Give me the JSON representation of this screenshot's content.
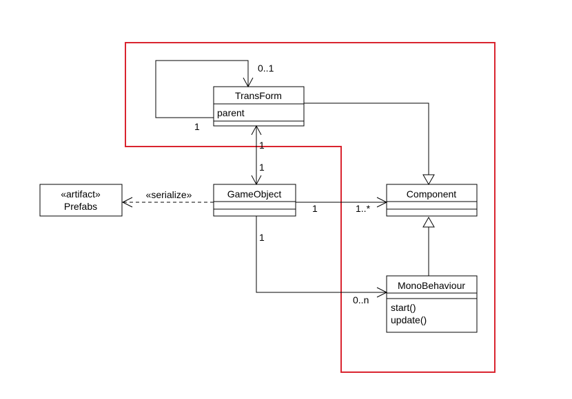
{
  "classes": {
    "transform": {
      "name": "TransForm",
      "attributes": [
        "parent"
      ],
      "operations": []
    },
    "gameobject": {
      "name": "GameObject",
      "attributes": [],
      "operations": []
    },
    "component": {
      "name": "Component",
      "attributes": [],
      "operations": []
    },
    "monobehaviour": {
      "name": "MonoBehaviour",
      "attributes": [],
      "operations": [
        "start()",
        "update()"
      ]
    },
    "prefabs": {
      "stereotype": "«artifact»",
      "name": "Prefabs"
    }
  },
  "labels": {
    "self_assoc_top": "0..1",
    "self_assoc_left": "1",
    "transform_go_top": "1",
    "transform_go_bottom": "1",
    "serialize": "«serialize»",
    "go_component_left": "1",
    "go_component_right": "1..*",
    "go_mono_top": "1",
    "go_mono_right": "0..n"
  },
  "colors": {
    "highlight": "#d9232e",
    "line": "#000000",
    "box_fill": "#ffffff"
  }
}
